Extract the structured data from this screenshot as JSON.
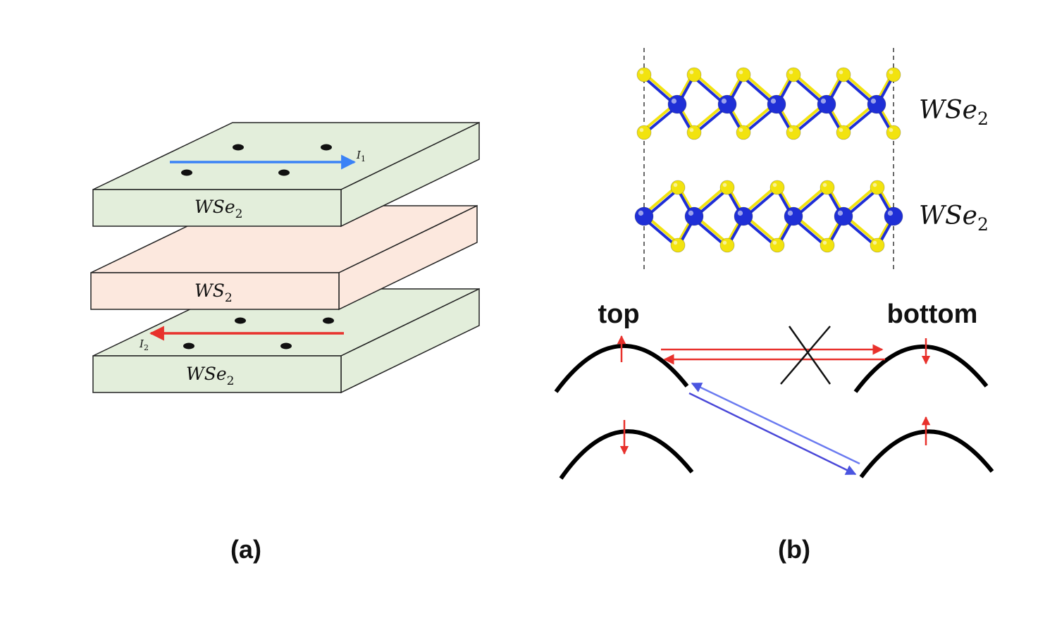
{
  "panel_a": {
    "caption": "(a)",
    "layers": [
      {
        "base": "WSe",
        "sub": "2",
        "color": "#e3eedb"
      },
      {
        "base": "WS",
        "sub": "2",
        "color": "#fce8de"
      },
      {
        "base": "WSe",
        "sub": "2",
        "color": "#e3eedb"
      }
    ],
    "currents": {
      "top": {
        "base": "I",
        "sub": "1",
        "color": "#3b82f6"
      },
      "bottom": {
        "base": "I",
        "sub": "2",
        "color": "#e8312c"
      }
    }
  },
  "panel_b": {
    "caption": "(b)",
    "structure_labels": [
      {
        "base": "WSe",
        "sub": "2"
      },
      {
        "base": "WSe",
        "sub": "2"
      }
    ],
    "band_labels": {
      "left": "top",
      "right": "bottom"
    },
    "colors": {
      "tungsten": "#1f2fd6",
      "selenium": "#f2e30f",
      "spin_arrow": "#e8312c",
      "blocked_transfer": "#e8312c",
      "allowed_transfer": "#4a55e0"
    }
  }
}
